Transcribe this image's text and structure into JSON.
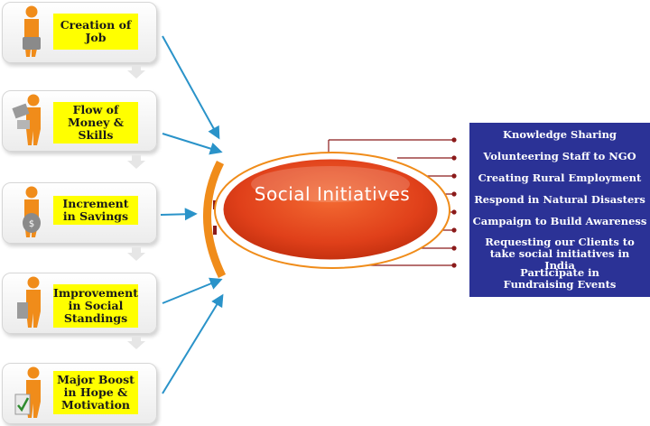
{
  "impacts": [
    {
      "label": "Creation of Job",
      "icon": "person-with-briefcase-icon"
    },
    {
      "label": "Flow of Money & Skills",
      "icon": "person-with-money-icon"
    },
    {
      "label": "Increment in Savings",
      "icon": "person-with-money-bag-icon"
    },
    {
      "label": "Improvement in Social Standings",
      "icon": "person-standing-icon"
    },
    {
      "label": "Major Boost in Hope & Motivation",
      "icon": "person-with-checkmark-icon"
    }
  ],
  "center": {
    "title": "Social Initiatives"
  },
  "initiatives": [
    "Knowledge Sharing",
    "Volunteering Staff to NGO",
    "Creating Rural Employment",
    "Respond in Natural Disasters",
    "Campaign to Build Awareness",
    "Requesting our Clients to take social initiatives in India",
    "Participate in Fundraising Events"
  ],
  "colors": {
    "label_bg": "#ffff00",
    "figure": "#f08c1a",
    "arrow": "#2a93c9",
    "panel": "#2b3296",
    "oval": "#e8451e",
    "connector": "#8b1a1a"
  }
}
